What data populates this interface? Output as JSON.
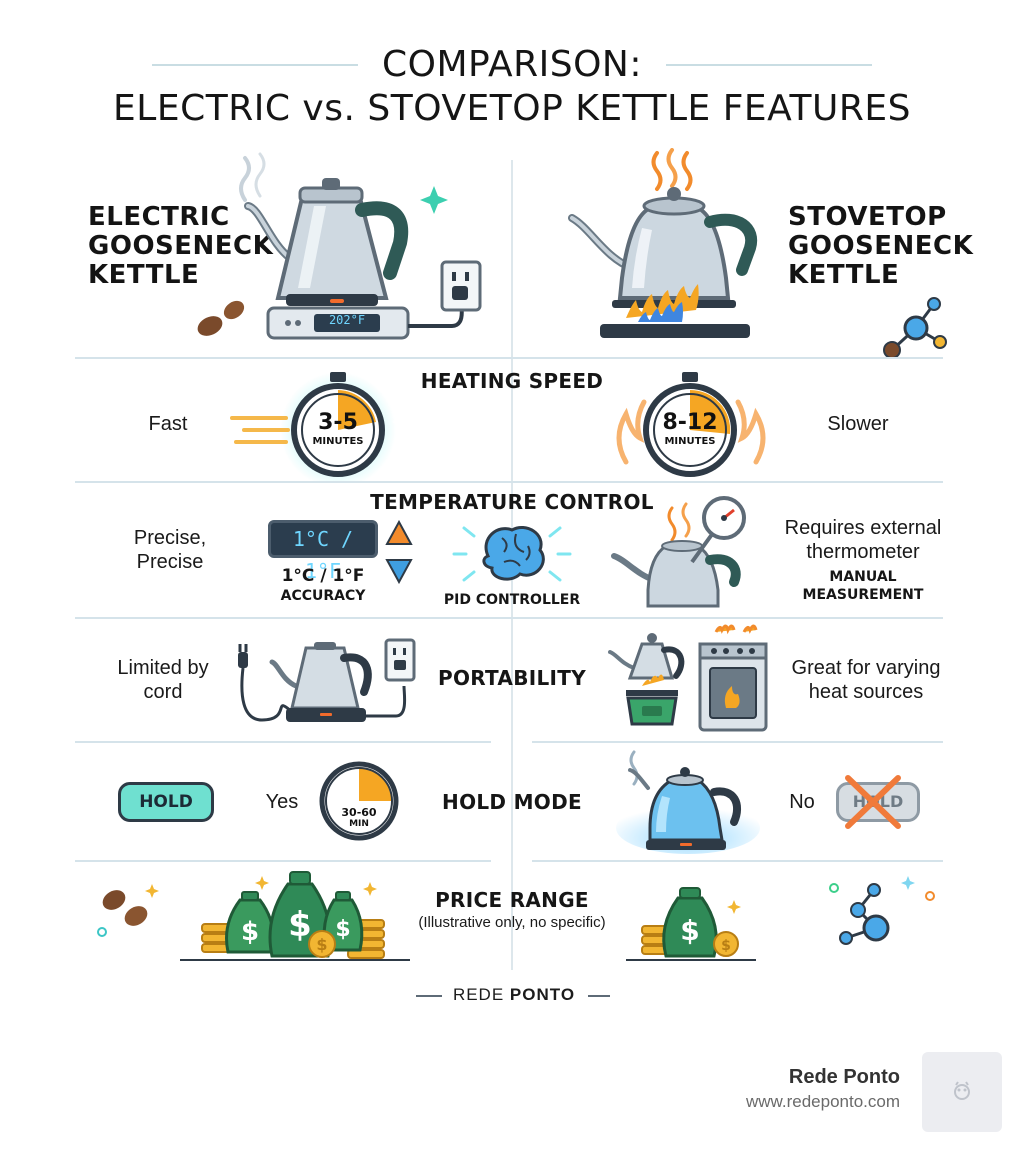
{
  "header": {
    "title_line1": "COMPARISON:",
    "title_line2": "ELECTRIC vs. STOVETOP KETTLE FEATURES"
  },
  "electric": {
    "name_line1": "ELECTRIC",
    "name_line2": "GOOSENECK",
    "name_line3": "KETTLE",
    "display_temp": "202°F"
  },
  "stovetop": {
    "name_line1": "STOVETOP",
    "name_line2": "GOOSENECK",
    "name_line3": "KETTLE"
  },
  "heating_speed": {
    "label": "HEATING SPEED",
    "electric_value": "Fast",
    "electric_time": "3-5",
    "electric_unit": "MINUTES",
    "stovetop_value": "Slower",
    "stovetop_time": "8-12",
    "stovetop_unit": "MINUTES"
  },
  "temperature_control": {
    "label": "TEMPERATURE CONTROL",
    "electric_line1": "Precise,",
    "electric_line2": "Precise",
    "lcd_text": "1°C / 1°F",
    "accuracy_line1": "1°C / 1°F",
    "accuracy_line2": "ACCURACY",
    "pid_label": "PID CONTROLLER",
    "stovetop_line1": "Requires external",
    "stovetop_line2": "thermometer",
    "manual_line1": "MANUAL",
    "manual_line2": "MEASUREMENT"
  },
  "portability": {
    "label": "PORTABILITY",
    "electric_line1": "Limited by",
    "electric_line2": "cord",
    "stovetop_line1": "Great for varying",
    "stovetop_line2": "heat sources"
  },
  "hold_mode": {
    "label": "HOLD MODE",
    "electric_badge": "HOLD",
    "electric_value": "Yes",
    "timer_line1": "30-60",
    "timer_line2": "MIN",
    "stovetop_value": "No",
    "stovetop_badge": "HOLD"
  },
  "price_range": {
    "label": "PRICE RANGE",
    "note": "(Illustrative only, no specific)"
  },
  "footer": {
    "brand_a": "REDE",
    "brand_b": "PONTO"
  },
  "watermark": {
    "name": "Rede Ponto",
    "url": "www.redeponto.com"
  },
  "colors": {
    "accent_teal": "#3cc6c6",
    "flame_orange": "#f28b2c",
    "lcd_blue": "#6fd6ff",
    "money_green": "#2f8a57",
    "coin_gold": "#f2b632"
  }
}
